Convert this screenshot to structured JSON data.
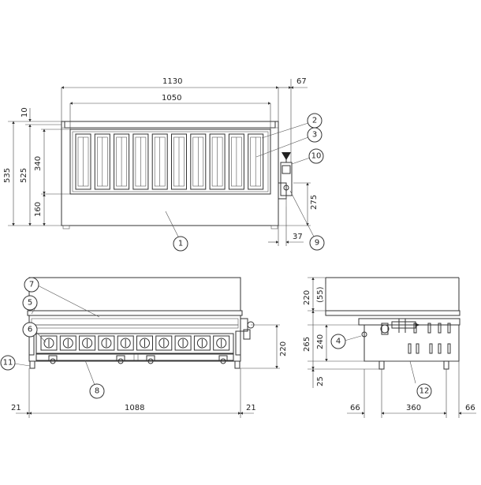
{
  "diagram": {
    "top_view": {
      "dims": {
        "overall_width": "1130",
        "inner_width": "1050",
        "right_ext": "67",
        "top_offset": "10",
        "height_total": "535",
        "height_body": "525",
        "upper_h": "340",
        "lower_h": "160",
        "side_h": "275",
        "side_w": "37"
      },
      "balloons": [
        "1",
        "2",
        "3",
        "9",
        "10"
      ]
    },
    "front_view": {
      "dims": {
        "left": "21",
        "width": "1088",
        "right": "21",
        "height": "220"
      },
      "balloons": [
        "5",
        "6",
        "7",
        "8",
        "11"
      ]
    },
    "side_view": {
      "dims": {
        "top": "220",
        "top_paren": "(55)",
        "mid": "265",
        "mid_inner": "240",
        "foot": "25",
        "left": "66",
        "width": "360",
        "right": "66"
      },
      "balloons": [
        "4",
        "12"
      ]
    }
  }
}
